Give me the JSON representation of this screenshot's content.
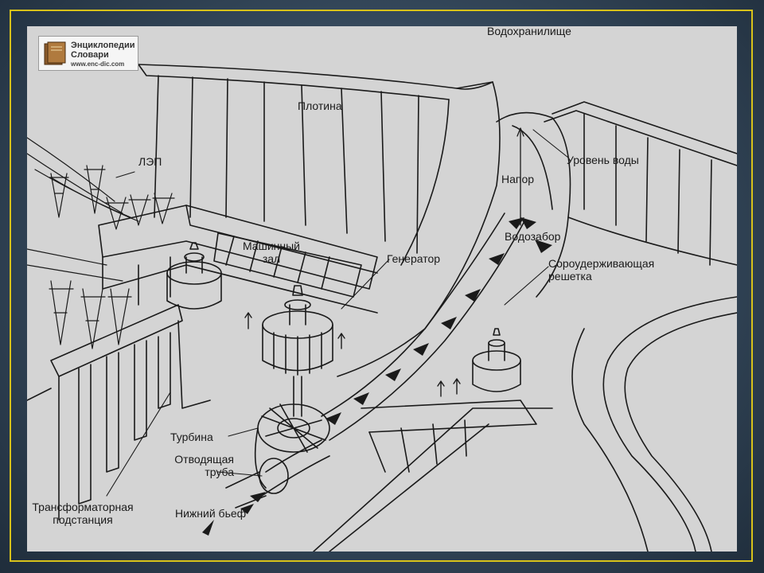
{
  "logo": {
    "line1": "Энциклопедии",
    "line2": "Словари",
    "url": "www.enc-dic.com"
  },
  "labels": {
    "reservoir": "Водохранилище",
    "dam": "Плотина",
    "power_line": "ЛЭП",
    "water_level": "Уровень воды",
    "head": "Напор",
    "water_intake": "Водозабор",
    "machine_hall": "Машинный зал",
    "generator": "Генератор",
    "trash_rack": "Сороудерживающая решетка",
    "turbine": "Турбина",
    "draft_tube": "Отводящая труба",
    "tailwater": "Нижний бьеф",
    "substation": "Трансформаторная подстанция"
  },
  "colors": {
    "frame": "#d8c21a",
    "slide_bg": "#d4d4d4",
    "ink": "#1a1a1a",
    "background": "#34475a"
  }
}
